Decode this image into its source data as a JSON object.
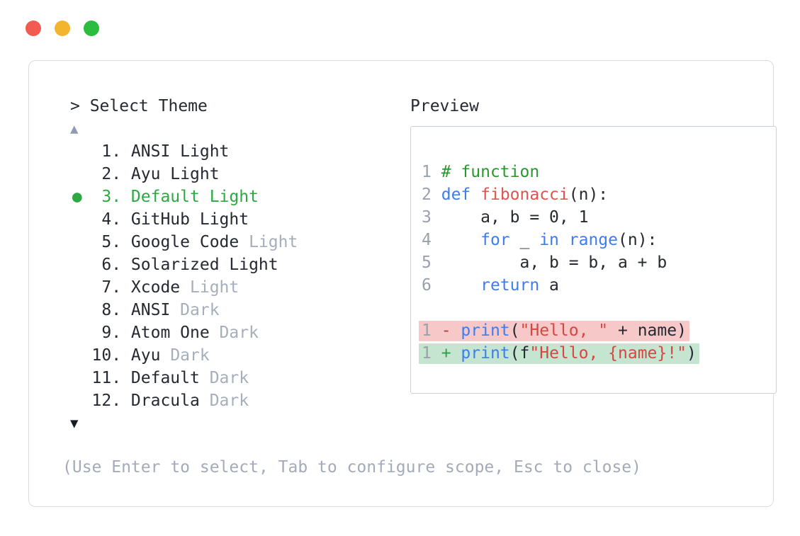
{
  "window": {
    "controls": [
      {
        "name": "close",
        "color": "#f15b52"
      },
      {
        "name": "minimize",
        "color": "#f3b52e"
      },
      {
        "name": "zoom",
        "color": "#2cbd40"
      }
    ]
  },
  "prompt": "> Select Theme",
  "scroll_up_icon": "▲",
  "scroll_down_icon": "▼",
  "selected_marker": "●",
  "themes": [
    {
      "num": "1",
      "name": "ANSI Light",
      "variant": "",
      "selected": false
    },
    {
      "num": "2",
      "name": "Ayu Light",
      "variant": "",
      "selected": false
    },
    {
      "num": "3",
      "name": "Default Light",
      "variant": "",
      "selected": true
    },
    {
      "num": "4",
      "name": "GitHub Light",
      "variant": "",
      "selected": false
    },
    {
      "num": "5",
      "name": "Google Code",
      "variant": "Light",
      "selected": false
    },
    {
      "num": "6",
      "name": "Solarized Light",
      "variant": "",
      "selected": false
    },
    {
      "num": "7",
      "name": "Xcode",
      "variant": "Light",
      "selected": false
    },
    {
      "num": "8",
      "name": "ANSI",
      "variant": "Dark",
      "selected": false
    },
    {
      "num": "9",
      "name": "Atom One",
      "variant": "Dark",
      "selected": false
    },
    {
      "num": "10",
      "name": "Ayu",
      "variant": "Dark",
      "selected": false
    },
    {
      "num": "11",
      "name": "Default",
      "variant": "Dark",
      "selected": false
    },
    {
      "num": "12",
      "name": "Dracula",
      "variant": "Dark",
      "selected": false
    }
  ],
  "preview": {
    "label": "Preview",
    "code_lines": [
      {
        "num": "1",
        "tokens": [
          [
            "# function",
            "comment"
          ]
        ]
      },
      {
        "num": "2",
        "tokens": [
          [
            "def",
            "kw"
          ],
          [
            " ",
            "plain"
          ],
          [
            "fibonacci",
            "fn"
          ],
          [
            "(n):",
            "plain"
          ]
        ]
      },
      {
        "num": "3",
        "tokens": [
          [
            "    a, b = 0, 1",
            "plain"
          ]
        ]
      },
      {
        "num": "4",
        "tokens": [
          [
            "    ",
            "plain"
          ],
          [
            "for",
            "kw"
          ],
          [
            " _ ",
            "plain"
          ],
          [
            "in",
            "kw"
          ],
          [
            " ",
            "plain"
          ],
          [
            "range",
            "kw"
          ],
          [
            "(n):",
            "plain"
          ]
        ]
      },
      {
        "num": "5",
        "tokens": [
          [
            "        a, b = b, a + b",
            "plain"
          ]
        ]
      },
      {
        "num": "6",
        "tokens": [
          [
            "    ",
            "plain"
          ],
          [
            "return",
            "kw"
          ],
          [
            " a",
            "plain"
          ]
        ]
      }
    ],
    "diff_lines": [
      {
        "num": "1",
        "change": "removed",
        "tokens": [
          [
            "- ",
            "minus"
          ],
          [
            "print",
            "kw"
          ],
          [
            "(",
            "plain"
          ],
          [
            "\"Hello, \"",
            "str"
          ],
          [
            " + name)",
            "plain"
          ]
        ]
      },
      {
        "num": "1",
        "change": "added",
        "tokens": [
          [
            "+ ",
            "plus"
          ],
          [
            "print",
            "kw"
          ],
          [
            "(f",
            "plain"
          ],
          [
            "\"Hello, {name}!\"",
            "str"
          ],
          [
            ")",
            "plain"
          ]
        ]
      }
    ]
  },
  "footer": "(Use Enter to select, Tab to configure scope, Esc to close)",
  "colors": {
    "selection_green": "#2ea843",
    "keyword_blue": "#3d7df0",
    "function_red": "#e0534f",
    "string_red": "#d44743",
    "comment_green": "#28992e",
    "muted_gray": "#a6aebc",
    "line_number_gray": "#99a1ad",
    "removed_line_bg": "#f6c8c8",
    "added_line_bg": "#c5e5d0"
  }
}
